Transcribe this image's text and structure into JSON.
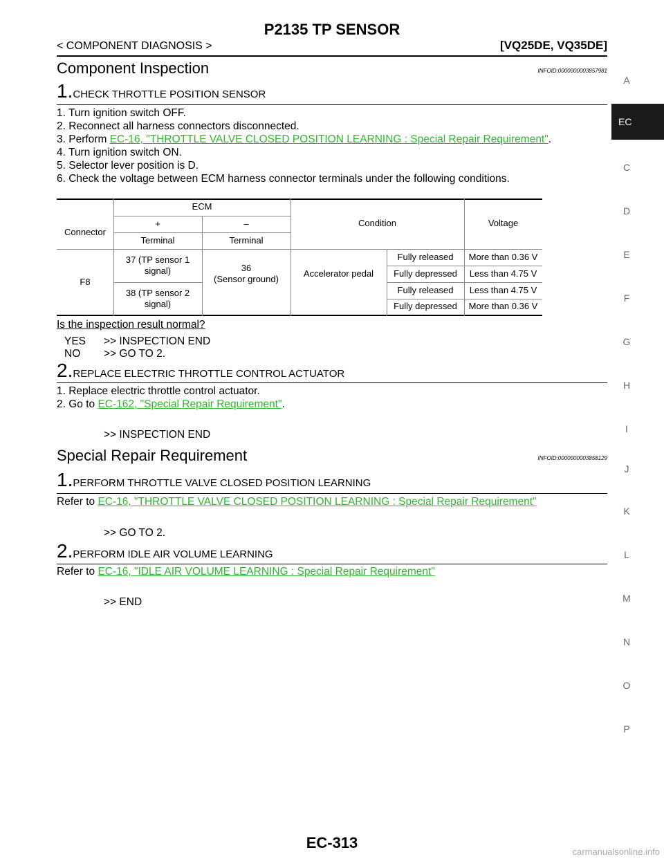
{
  "header": {
    "title": "P2135 TP SENSOR",
    "section": "< COMPONENT DIAGNOSIS >",
    "engine": "[VQ25DE, VQ35DE]"
  },
  "inspection": {
    "heading": "Component Inspection",
    "infoid": "INFOID:0000000003857981",
    "step1": {
      "num": "1.",
      "title": "CHECK THROTTLE POSITION SENSOR",
      "lines": [
        "1. Turn ignition switch OFF.",
        "2. Reconnect all harness connectors disconnected.",
        "3. Perform ",
        "4. Turn ignition switch ON.",
        "5. Selector lever position is D.",
        "6. Check the voltage between ECM harness connector terminals under the following conditions."
      ],
      "link": "EC-16, \"THROTTLE VALVE CLOSED POSITION LEARNING : Special Repair Requirement\"",
      "link_suffix": ".",
      "question": "Is the inspection result normal?",
      "yes_label": "YES",
      "yes_text": ">> INSPECTION END",
      "no_label": "NO",
      "no_text": ">> GO TO 2."
    },
    "table": {
      "h_ecm": "ECM",
      "h_connector": "Connector",
      "h_plus": "+",
      "h_minus": "–",
      "h_terminal1": "Terminal",
      "h_terminal2": "Terminal",
      "h_condition": "Condition",
      "h_voltage": "Voltage",
      "connector": "F8",
      "t37": "37 (TP sensor 1 signal)",
      "t38": "38 (TP sensor 2 signal)",
      "t36a": "36",
      "t36b": "(Sensor ground)",
      "condition": "Accelerator pedal",
      "rows": [
        {
          "state": "Fully released",
          "voltage": "More than 0.36 V"
        },
        {
          "state": "Fully depressed",
          "voltage": "Less than 4.75 V"
        },
        {
          "state": "Fully released",
          "voltage": "Less than 4.75 V"
        },
        {
          "state": "Fully depressed",
          "voltage": "More than 0.36 V"
        }
      ]
    },
    "step2": {
      "num": "2.",
      "title": "REPLACE ELECTRIC THROTTLE CONTROL ACTUATOR",
      "line1": "1. Replace electric throttle control actuator.",
      "line2_prefix": "2. Go to ",
      "line2_link": "EC-162, \"Special Repair Requirement\"",
      "line2_suffix": ".",
      "result": ">> INSPECTION END"
    }
  },
  "special": {
    "heading": "Special Repair Requirement",
    "infoid": "INFOID:0000000003858129",
    "step1": {
      "num": "1.",
      "title": "PERFORM THROTTLE VALVE CLOSED POSITION LEARNING",
      "prefix": "Refer to ",
      "link": "EC-16, \"THROTTLE VALVE CLOSED POSITION LEARNING : Special Repair Requirement\"",
      "result": ">> GO TO 2."
    },
    "step2": {
      "num": "2.",
      "title": "PERFORM IDLE AIR VOLUME LEARNING",
      "prefix": "Refer to ",
      "link": "EC-16, \"IDLE AIR VOLUME LEARNING : Special Repair Requirement\"",
      "result": ">> END"
    }
  },
  "side_tabs": [
    "A",
    "EC",
    "C",
    "D",
    "E",
    "F",
    "G",
    "H",
    "I",
    "J",
    "K",
    "L",
    "M",
    "N",
    "O",
    "P"
  ],
  "footer": {
    "page": "EC-313",
    "watermark": "carmanualsonline.info"
  }
}
